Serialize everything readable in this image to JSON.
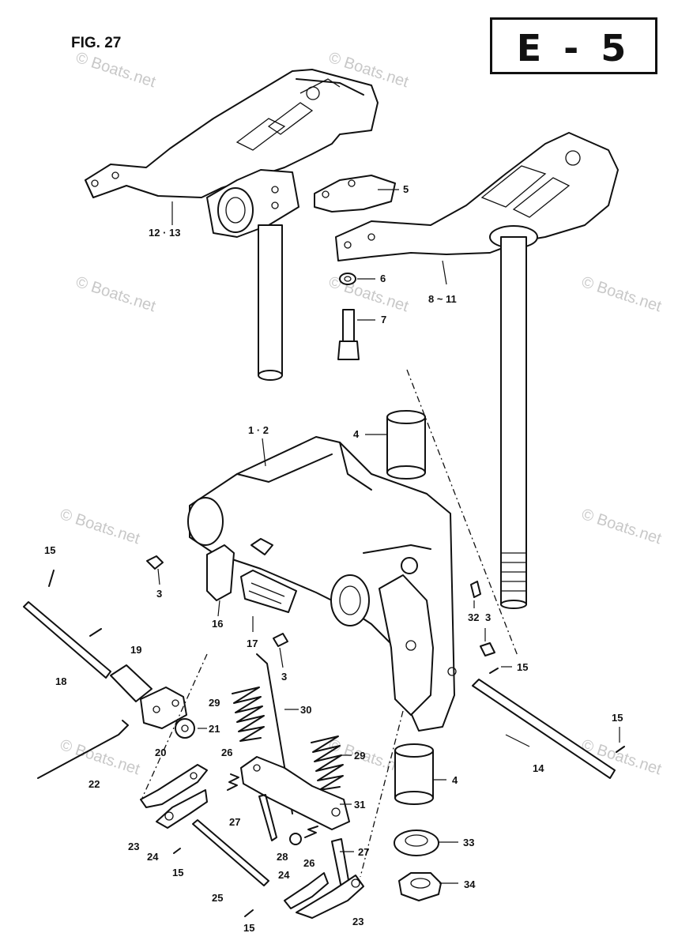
{
  "header": {
    "figure_label": "FIG. 27",
    "section_code": "E - 5"
  },
  "watermark": {
    "text": "© Boats.net"
  },
  "callouts": {
    "c1": "1 · 2",
    "c3a": "3",
    "c3b": "3",
    "c3c": "3",
    "c4a": "4",
    "c4b": "4",
    "c5": "5",
    "c6": "6",
    "c7": "7",
    "c8": "8 ~ 11",
    "c12": "12 · 13",
    "c14": "14",
    "c15a": "15",
    "c15b": "15",
    "c15c": "15",
    "c15d": "15",
    "c15e": "15",
    "c16": "16",
    "c17": "17",
    "c18": "18",
    "c19": "19",
    "c20": "20",
    "c21": "21",
    "c22": "22",
    "c23a": "23",
    "c23b": "23",
    "c24a": "24",
    "c24b": "24",
    "c25": "25",
    "c26a": "26",
    "c26b": "26",
    "c27a": "27",
    "c27b": "27",
    "c28": "28",
    "c29a": "29",
    "c29b": "29",
    "c30": "30",
    "c31": "31",
    "c32": "32",
    "c33": "33",
    "c34": "34"
  }
}
